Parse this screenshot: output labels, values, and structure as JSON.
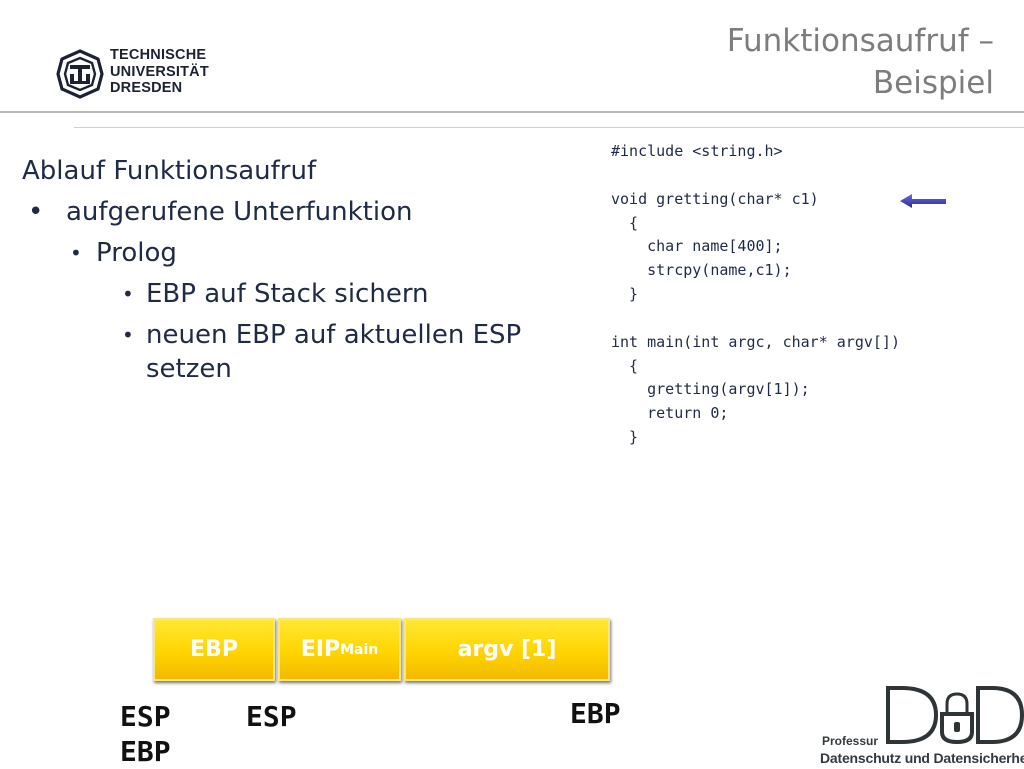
{
  "header": {
    "university_lines": [
      "TECHNISCHE",
      "UNIVERSITÄT",
      "DRESDEN"
    ],
    "title_line1": "Funktionsaufruf –",
    "title_line2": "Beispiel"
  },
  "bullets": {
    "heading": "Ablauf Funktionsaufruf",
    "item1": "aufgerufene Unterfunktion",
    "item2": "Prolog",
    "item3": "EBP auf Stack sichern",
    "item4_line1": "neuen EBP auf aktuellen ESP",
    "item4_line2": "setzen",
    "bullet_symbol": "•"
  },
  "code_lines": [
    "#include <string.h>",
    "",
    "void gretting(char* c1)",
    "  {",
    "    char name[400];",
    "    strcpy(name,c1);",
    "  }",
    "",
    "int main(int argc, char* argv[])",
    "  {",
    "    gretting(argv[1]);",
    "    return 0;",
    "  }"
  ],
  "stack": {
    "box1": "EBP",
    "box2_main": "EIP",
    "box2_sub": "Main",
    "box3": "argv [1]"
  },
  "registers": {
    "esp_left": "ESP",
    "ebp_left": "EBP",
    "esp_mid": "ESP",
    "ebp_right": "EBP"
  },
  "footer_logo": {
    "line1": "Professur",
    "line2": "Datenschutz und Datensicherheit"
  },
  "colors": {
    "text": "#1f2a44",
    "title": "#7d7d7d",
    "box_yellow": "#ffd400",
    "arrow": "#3a3aa8"
  }
}
